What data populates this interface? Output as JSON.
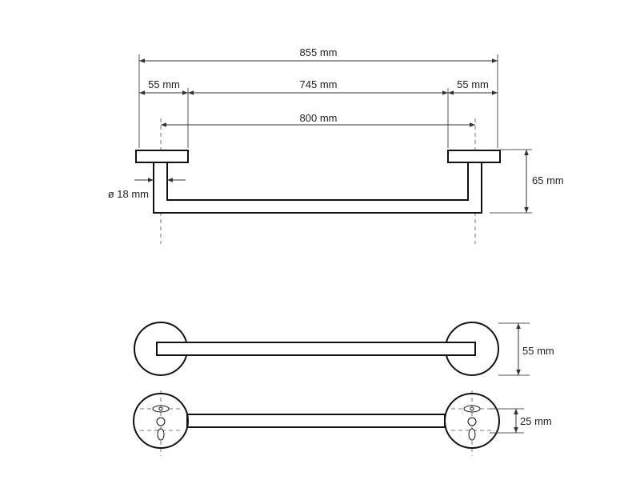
{
  "dimensions": {
    "overall_length": "855 mm",
    "left_rosette": "55 mm",
    "bar_length": "745 mm",
    "right_rosette": "55 mm",
    "center_distance": "800 mm",
    "tube_diameter": "ø 18 mm",
    "projection": "65 mm",
    "rosette_diameter": "55 mm",
    "hole_spacing": "25 mm"
  }
}
